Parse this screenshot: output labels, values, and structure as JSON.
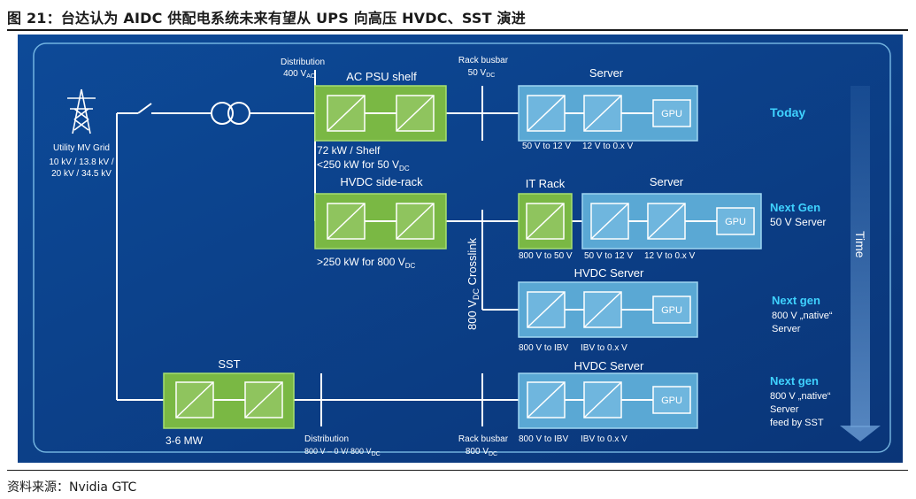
{
  "figure": {
    "title": "图 21：台达认为 AIDC 供配电系统未来有望从 UPS 向高压 HVDC、SST 演进",
    "source": "资料来源：Nvidia GTC"
  },
  "diagram": {
    "grid": {
      "label": "Utility MV Grid",
      "voltages_line1": "10 kV / 13.8 kV /",
      "voltages_line2": "20 kV / 34.5 kV"
    },
    "distribution_top": {
      "label": "Distribution",
      "value": "400 V",
      "sub": "AC"
    },
    "ac_psu": {
      "title": "AC PSU shelf",
      "spec1": "72 kW / Shelf",
      "spec2": "<250 kW for 50 V",
      "spec2_sub": "DC"
    },
    "rack_busbar_top": {
      "label": "Rack busbar",
      "value": "50 V",
      "sub": "DC"
    },
    "server_today": {
      "title": "Server",
      "stage1": "50 V to 12 V",
      "stage2": "12 V to 0.x V",
      "gpu": "GPU"
    },
    "hvdc_side_rack": {
      "title": "HVDC side-rack",
      "spec": ">250 kW for 800 V",
      "spec_sub": "DC"
    },
    "it_rack": {
      "title": "IT Rack",
      "stage": "800 V to 50 V"
    },
    "server_nextgen": {
      "title": "Server",
      "stage1": "50 V to 12 V",
      "stage2": "12 V to 0.x V",
      "gpu": "GPU"
    },
    "crosslink": {
      "pre": "800 V",
      "sub": "DC",
      "post": " Crosslink"
    },
    "hvdc_server_1": {
      "title": "HVDC Server",
      "stage1": "800 V to IBV",
      "stage2": "IBV to 0.x V",
      "gpu": "GPU"
    },
    "sst": {
      "title": "SST",
      "spec": "3-6 MW"
    },
    "distribution_bottom": {
      "label": "Distribution",
      "value": "800 V – 0 V/ 800 V",
      "sub": "DC"
    },
    "rack_busbar_bottom": {
      "label": "Rack busbar",
      "value": "800 V",
      "sub": "DC"
    },
    "hvdc_server_2": {
      "title": "HVDC Server",
      "stage1": "800 V to IBV",
      "stage2": "IBV to 0.x V",
      "gpu": "GPU"
    },
    "time": "Time",
    "tiers": {
      "today": {
        "title": "Today"
      },
      "next_gen_50v": {
        "title": "Next Gen",
        "desc1": "50 V Server"
      },
      "next_gen_native": {
        "title": "Next gen",
        "desc1": "800 V „native“",
        "desc2": "Server"
      },
      "next_gen_sst": {
        "title": "Next gen",
        "desc1": "800 V „native“",
        "desc2": "Server",
        "desc3": "feed by SST"
      }
    }
  },
  "colors": {
    "panel": "#0b3e86",
    "green_box": "#7ab844",
    "blue_box": "#5aa8d4",
    "line": "#ffffff",
    "highlight": "#3fd2ff"
  }
}
